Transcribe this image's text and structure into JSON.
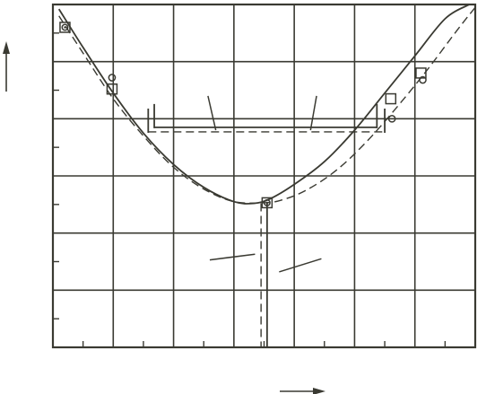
{
  "chart_data": {
    "type": "line",
    "title": "",
    "xlabel": "",
    "ylabel": "",
    "xlim": [
      0,
      7
    ],
    "ylim": [
      0,
      6
    ],
    "grid": true,
    "x_major_gridlines": [
      1,
      2,
      3,
      4,
      5,
      6
    ],
    "y_major_gridlines": [
      1,
      2,
      3,
      4,
      5
    ],
    "x_minor_ticks": [
      0.5,
      1.5,
      2.5,
      3.5,
      4.5,
      5.5,
      6.5
    ],
    "y_minor_ticks": [
      0.5,
      1.5,
      2.5,
      3.5,
      4.5,
      5.5
    ],
    "series": [
      {
        "style": "solid",
        "x": [
          0.1,
          0.5,
          1.0,
          1.5,
          2.0,
          2.5,
          3.0,
          3.33,
          3.6,
          4.0,
          4.5,
          5.0,
          5.5,
          6.0,
          6.5,
          6.9
        ],
        "y": [
          5.92,
          5.25,
          4.45,
          3.75,
          3.2,
          2.8,
          2.55,
          2.52,
          2.6,
          2.85,
          3.25,
          3.8,
          4.45,
          5.1,
          5.75,
          6.0
        ]
      },
      {
        "style": "dashed",
        "x": [
          0.1,
          0.5,
          1.0,
          1.5,
          2.0,
          2.5,
          3.0,
          3.5,
          3.8,
          4.2,
          4.7,
          5.2,
          5.7,
          6.2,
          6.7,
          7.0
        ],
        "y": [
          5.8,
          5.15,
          4.35,
          3.7,
          3.15,
          2.77,
          2.55,
          2.53,
          2.58,
          2.75,
          3.1,
          3.6,
          4.2,
          4.85,
          5.55,
          5.95
        ]
      }
    ],
    "points": [
      {
        "shape": "square-circle",
        "x": 0.2,
        "y": 5.6
      },
      {
        "shape": "square",
        "x": 0.98,
        "y": 4.52
      },
      {
        "shape": "circle",
        "x": 0.98,
        "y": 4.72
      },
      {
        "shape": "square-circle",
        "x": 3.55,
        "y": 2.53
      },
      {
        "shape": "square",
        "x": 5.6,
        "y": 4.35
      },
      {
        "shape": "circle",
        "x": 5.62,
        "y": 4.0
      },
      {
        "shape": "square",
        "x": 6.1,
        "y": 4.8
      },
      {
        "shape": "circle",
        "x": 6.13,
        "y": 4.68
      }
    ],
    "halfwidth_levels": [
      {
        "style": "solid",
        "y": 3.85,
        "x_left": 1.68,
        "x_right": 5.37
      },
      {
        "style": "dashed",
        "y": 3.77,
        "x_left": 1.58,
        "x_right": 5.5
      }
    ],
    "center_lines": [
      {
        "style": "dashed",
        "x": 3.45
      },
      {
        "style": "solid",
        "x": 3.55
      }
    ],
    "leader_lines": [
      {
        "x1": 2.57,
        "y1": 4.4,
        "x2": 2.7,
        "y2": 3.8
      },
      {
        "x1": 4.37,
        "y1": 4.4,
        "x2": 4.27,
        "y2": 3.8
      },
      {
        "x1": 2.6,
        "y1": 1.53,
        "x2": 3.35,
        "y2": 1.63
      },
      {
        "x1": 4.45,
        "y1": 1.55,
        "x2": 3.75,
        "y2": 1.32
      }
    ],
    "axis_arrows": {
      "y": "up",
      "x": "right"
    }
  }
}
